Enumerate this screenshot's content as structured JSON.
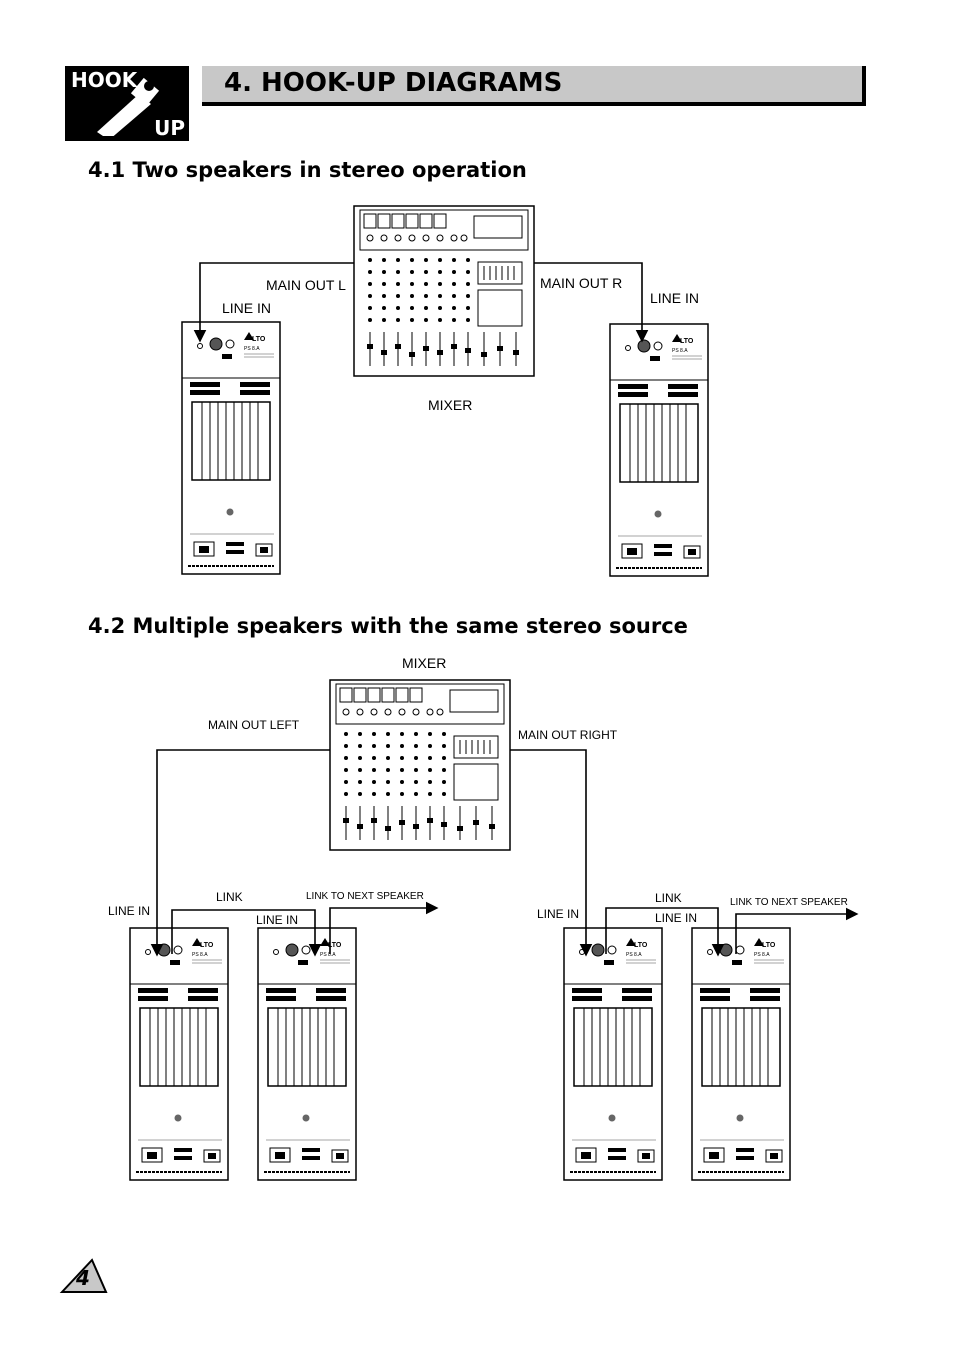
{
  "badge": {
    "top": "HOOK",
    "bottom": "UP"
  },
  "page_title": "4. HOOK-UP DIAGRAMS",
  "section1": {
    "title": "4.1 Two speakers in stereo operation",
    "labels": {
      "main_out_l": "MAIN OUT L",
      "main_out_r": "MAIN OUT R",
      "line_in_left": "LINE IN",
      "line_in_right": "LINE IN",
      "mixer": "MIXER"
    }
  },
  "section2": {
    "title": "4.2 Multiple speakers with the same stereo source",
    "labels": {
      "mixer": "MIXER",
      "main_out_left": "MAIN OUT LEFT",
      "main_out_right": "MAIN OUT RIGHT",
      "line_in_1": "LINE IN",
      "link_left": "LINK",
      "line_in_2": "LINE IN",
      "link_next_left": "LINK TO NEXT SPEAKER",
      "line_in_3": "LINE IN",
      "link_right": "LINK",
      "line_in_4": "LINE IN",
      "link_next_right": "LINK TO NEXT SPEAKER"
    }
  },
  "speaker_panel": {
    "model": "PS 8.A",
    "brand": "LTO"
  },
  "page_number": "4"
}
